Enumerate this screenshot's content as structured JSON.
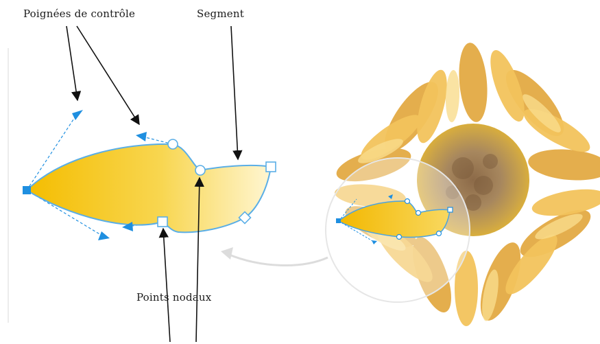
{
  "labels": {
    "control_handles": "Poignées de contrôle",
    "segment": "Segment",
    "nodes": "Points nodaux"
  },
  "colors": {
    "curve_outline": "#5aaee6",
    "handle_blue": "#1f8fe0",
    "fill_dark": "#f5c000",
    "fill_light": "#fff3c4",
    "arrow": "#111111",
    "sunflower_petal": "#f2c14e",
    "sunflower_center": "#a9865a"
  },
  "icons": {
    "node_square": "square-node-icon",
    "node_circle": "circle-node-icon",
    "node_diamond": "diamond-node-icon",
    "handle_arrow": "handle-arrow-icon"
  }
}
